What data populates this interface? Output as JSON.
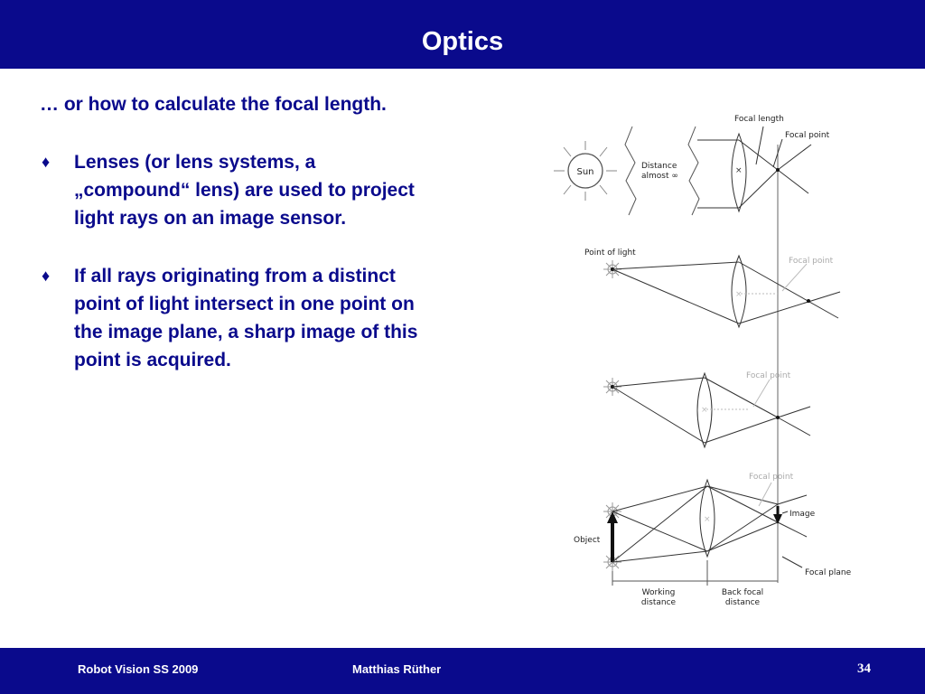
{
  "slide": {
    "title": "Optics",
    "intro": "… or how to calculate the focal length.",
    "bullets": [
      "Lenses (or lens systems, a „compound“ lens) are used to project light rays on an image sensor.",
      "If all rays originating from a distinct point of light intersect in one point on the image plane, a sharp image of this point is acquired."
    ],
    "bullet_symbol": "♦"
  },
  "diagram": {
    "labels": {
      "sun": "Sun",
      "distance_line1": "Distance",
      "distance_line2": "almost ∞",
      "focal_length": "Focal length",
      "focal_point_1": "Focal point",
      "point_of_light": "Point of light",
      "focal_point_2": "Focal point",
      "focal_point_3": "Focal point",
      "focal_point_4": "Focal point",
      "image": "Image",
      "object": "Object",
      "focal_plane": "Focal plane",
      "working_distance_line1": "Working",
      "working_distance_line2": "distance",
      "back_focal_line1": "Back focal",
      "back_focal_line2": "distance"
    }
  },
  "footer": {
    "course": "Robot Vision SS 2009",
    "author": "Matthias Rüther",
    "page": "34"
  },
  "colors": {
    "brand_blue": "#0a0a8c",
    "text": "#0a0a8c",
    "diagram_stroke": "#222222",
    "diagram_faint": "#b0b0b0"
  }
}
